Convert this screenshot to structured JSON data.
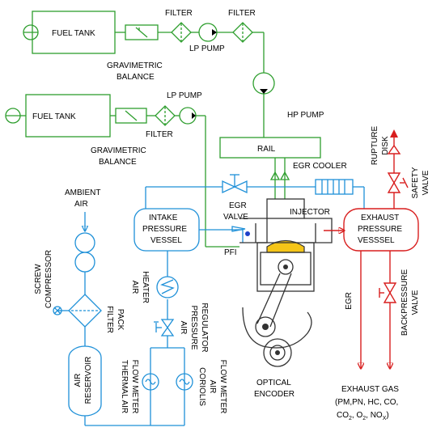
{
  "colors": {
    "fuel": "#2e9e2e",
    "air": "#1e90d8",
    "exhaust": "#d81e1e",
    "engine": "#333333",
    "highlight": "#f5c518"
  },
  "labels": {
    "fuel_tank_1": "FUEL TANK",
    "fuel_tank_2": "FUEL TANK",
    "filter_1": "FILTER",
    "filter_2": "FILTER",
    "filter_3": "FILTER",
    "lp_pump_1": "LP PUMP",
    "lp_pump_2": "LP PUMP",
    "gravimetric_1a": "GRAVIMETRIC",
    "gravimetric_1b": "BALANCE",
    "gravimetric_2a": "GRAVIMETRIC",
    "gravimetric_2b": "BALANCE",
    "hp_pump": "HP PUMP",
    "rail": "RAIL",
    "egr_cooler": "EGR COOLER",
    "rupture_disk_1": "RUPTURE",
    "rupture_disk_2": "DISK",
    "safety_valve_1": "SAFETY",
    "safety_valve_2": "VALVE",
    "ambient_air_1": "AMBIENT",
    "ambient_air_2": "AIR",
    "intake_1": "INTAKE",
    "intake_2": "PRESSURE",
    "intake_3": "VESSEL",
    "egr_valve_1": "EGR",
    "egr_valve_2": "VALVE",
    "injector": "INJECTOR",
    "exhaust_1": "EXHAUST",
    "exhaust_2": "PRESSURE",
    "exhaust_3": "VESSSEL",
    "pfi": "PFI",
    "screw_compressor_1": "SCREW",
    "screw_compressor_2": "COMPRESSOR",
    "air_heater_1": "AIR",
    "air_heater_2": "HEATER",
    "egr": "EGR",
    "backpressure_1": "BACKPRESSURE",
    "backpressure_2": "VALVE",
    "filter_pack_1": "FILTER",
    "filter_pack_2": "PACK",
    "pressure_reg_1": "AIR",
    "pressure_reg_2": "PRESSURE",
    "pressure_reg_3": "REGULATOR",
    "air_reservoir_1": "AIR",
    "air_reservoir_2": "RESERVOIR",
    "thermal_1": "THERMAL AIR",
    "thermal_2": "FLOW METER",
    "coriolis_1": "CORIOLIS",
    "coriolis_2": "AIR",
    "coriolis_3": "FLOW METER",
    "optical_1": "OPTICAL",
    "optical_2": "ENCODER",
    "exhaust_gas_1": "EXHAUST GAS",
    "exhaust_gas_2": "(PM,PN, HC, CO,",
    "exhaust_gas_3a": "CO",
    "exhaust_gas_3a_sub": "2",
    "exhaust_gas_3b": ", O",
    "exhaust_gas_3b_sub": "2",
    "exhaust_gas_3c": ", NO",
    "exhaust_gas_3c_sub": "X",
    "exhaust_gas_3d": ")"
  }
}
